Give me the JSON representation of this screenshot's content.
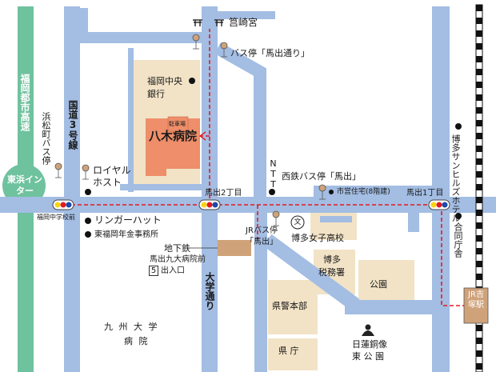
{
  "colors": {
    "road": "#a3bde3",
    "building": "#f2e3c6",
    "hospital": "#ee8e6a",
    "expressway": "#6fc29e",
    "route": "#e21b23",
    "station": "#cfa27a"
  },
  "labels": {
    "expressway": "福岡都市高速",
    "interchange": "東浜インター",
    "kokudo": "国道3号線",
    "hamamatsu_bus": "浜松町バス停",
    "chugakkomae": "福岡中学校前",
    "royal_host": "ロイヤルホスト",
    "ringer_hut": "リンガーハット",
    "pension": "東福岡年金事務所",
    "hakozaki": "筥崎宮",
    "bus_umade": "バス停「馬出通り」",
    "bank": "福岡中央銀行",
    "parking": "駐車場",
    "hospital": "八木病院",
    "nishitetsu_bus": "西鉄バス停「馬出」",
    "ntt": "NTT",
    "shiei": "市営住宅(8階建)",
    "umade2": "馬出2丁目",
    "umade1": "馬出1丁目",
    "jr_bus": "JRバス停「馬出」",
    "girls_hs": "博多女子高校",
    "subway_1": "地下鉄",
    "subway_2": "馬出九大病院前",
    "exit_num": "5",
    "exit_label": "出入口",
    "daigaku": "大学通り",
    "tax_1": "博多",
    "tax_2": "税務署",
    "park": "公園",
    "police": "県警本部",
    "pref": "県 庁",
    "kyudai_1": "九 州 大 学",
    "kyudai_2": "病 院",
    "nichiren_1": "日蓮銅像",
    "nichiren_2": "東 公 園",
    "sunhills": "博多サンヒルズホテル",
    "godo": "合同庁舎",
    "jr_station": "JR吉塚駅",
    "school_icon": "文"
  }
}
